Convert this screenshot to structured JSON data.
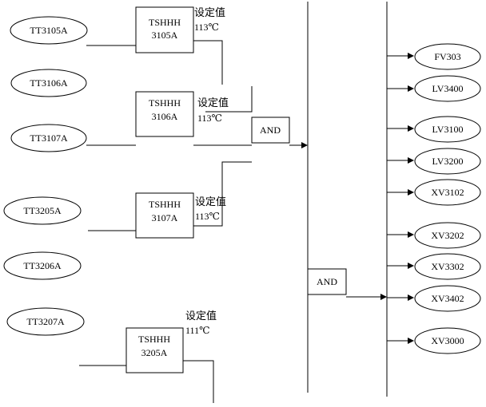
{
  "inputs": [
    "TT3105A",
    "TT3106A",
    "TT3107A",
    "TT3205A",
    "TT3206A",
    "TT3207A"
  ],
  "tshhh_blocks": [
    {
      "line1": "TSHHH",
      "line2": "3105A",
      "setpoint_label": "设定值",
      "setpoint_value": "113℃"
    },
    {
      "line1": "TSHHH",
      "line2": "3106A",
      "setpoint_label": "设定值",
      "setpoint_value": "113℃"
    },
    {
      "line1": "TSHHH",
      "line2": "3107A",
      "setpoint_label": "设定值",
      "setpoint_value": "113℃"
    },
    {
      "line1": "TSHHH",
      "line2": "3205A",
      "setpoint_label": "设定值",
      "setpoint_value": "111℃"
    }
  ],
  "gates": [
    "AND",
    "AND"
  ],
  "outputs": [
    "FV303",
    "LV3400",
    "LV3100",
    "LV3200",
    "XV3102",
    "XV3202",
    "XV3302",
    "XV3402",
    "XV3000"
  ]
}
